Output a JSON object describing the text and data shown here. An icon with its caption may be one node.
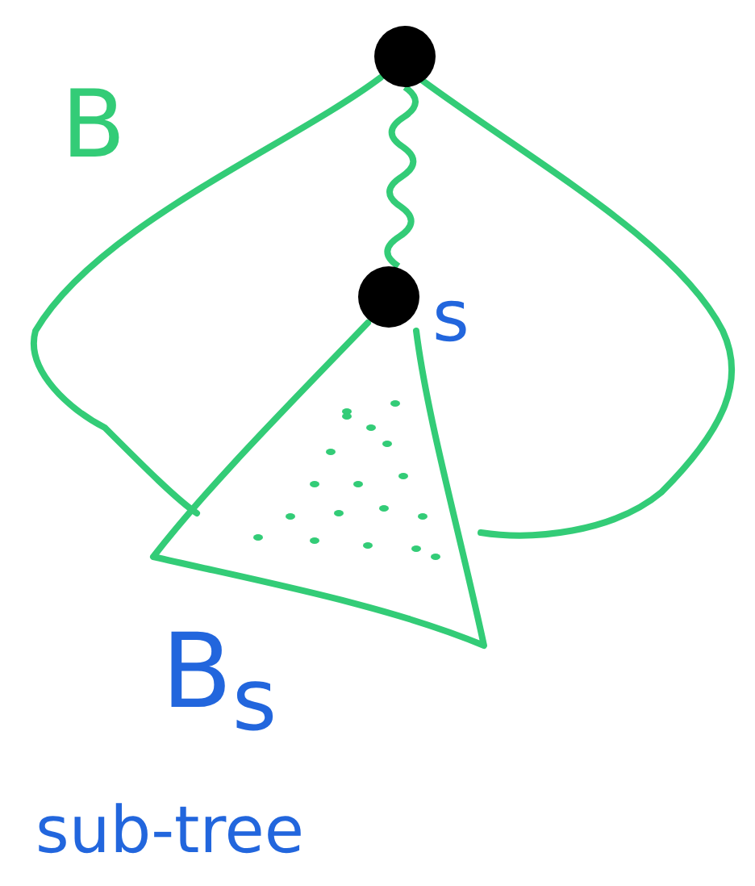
{
  "diagram": {
    "nodes": [
      {
        "text": [],
        "shape": "circle"
      },
      {
        "text": [],
        "shape": "circle",
        "beside": [
          "s"
        ]
      }
    ],
    "edges": [
      {
        "from": 0,
        "to": 1,
        "arrow": "none"
      }
    ],
    "labels": [
      "B",
      "B$_{s}$",
      "sub-tree"
    ]
  }
}
